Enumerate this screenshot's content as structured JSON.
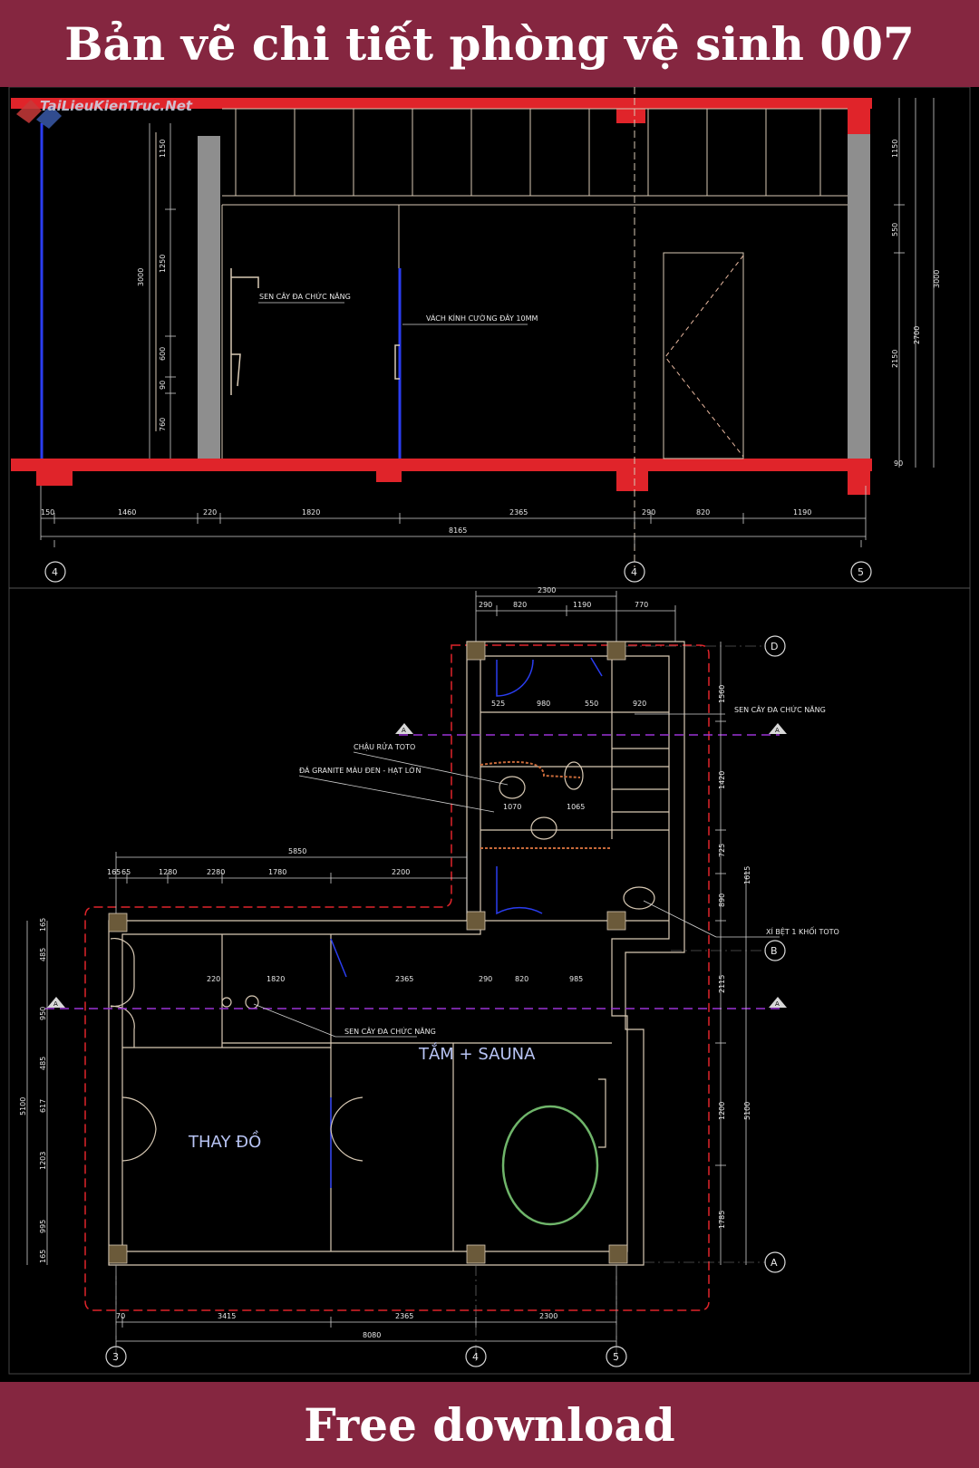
{
  "header": {
    "title": "Bản vẽ chi tiết phòng vệ sinh 007"
  },
  "footer": {
    "label": "Free download"
  },
  "watermark": {
    "text": "TaiLieuKienTruc.Net"
  },
  "colors": {
    "banner": "#852640",
    "wall": "#e0242a",
    "line": "#d8c9b4",
    "glass": "#2a3df0",
    "dim": "#cfcfcf",
    "axis": "#9a33d6"
  },
  "elevation": {
    "labels": {
      "shower": "SEN CÂY ĐA CHỨC NĂNG",
      "glass": "VÁCH KÍNH CƯỜNG ĐÂY 10MM"
    },
    "dims_bottom": [
      "150",
      "1460",
      "220",
      "1820",
      "2365",
      "290",
      "820",
      "1190"
    ],
    "dim_total": "8165",
    "dims_left": [
      "1150",
      "1250",
      "600",
      "90",
      "760",
      "3000"
    ],
    "dims_right": [
      "1150",
      "550",
      "3000",
      "2700",
      "2150",
      "90"
    ],
    "axes": [
      "4",
      "4",
      "5"
    ]
  },
  "plan": {
    "rooms": {
      "bath": "TẮM + SAUNA",
      "change": "THAY ĐỒ"
    },
    "labels": {
      "shower_top": "SEN CÂY ĐA CHỨC NĂNG",
      "basin": "CHẬU RỬA TOTO",
      "granite": "ĐÁ GRANITE MÀU ĐEN - HẠT LỚN",
      "toilet": "XÍ BỆT 1 KHỐI TOTO",
      "shower_bottom": "SEN CÂY ĐA CHỨC NĂNG"
    },
    "dims_top": [
      "2300",
      "290",
      "820",
      "1190",
      "770"
    ],
    "dims_upper": [
      "525",
      "980",
      "550",
      "920"
    ],
    "dims_mid": [
      "1070",
      "1065"
    ],
    "dims_left_row": [
      "5850",
      "165",
      "65",
      "1280",
      "2280",
      "1780",
      "2200"
    ],
    "dims_row2": [
      "220",
      "1820",
      "2365",
      "290",
      "820",
      "985"
    ],
    "dims_bottom": [
      "70",
      "3415",
      "2365",
      "2300"
    ],
    "dim_total": "8080",
    "dims_right": [
      "1560",
      "1420",
      "725",
      "890",
      "1615",
      "2115",
      "1200",
      "1785",
      "5100"
    ],
    "dims_left_col": [
      "165",
      "485",
      "950",
      "485",
      "5100",
      "617",
      "1203",
      "995",
      "165"
    ],
    "grid": {
      "d": "D",
      "b": "B",
      "a": "A",
      "c3": "3",
      "c4": "4",
      "c5": "5"
    },
    "section_tags": [
      "A",
      "A",
      "A",
      "A"
    ]
  }
}
